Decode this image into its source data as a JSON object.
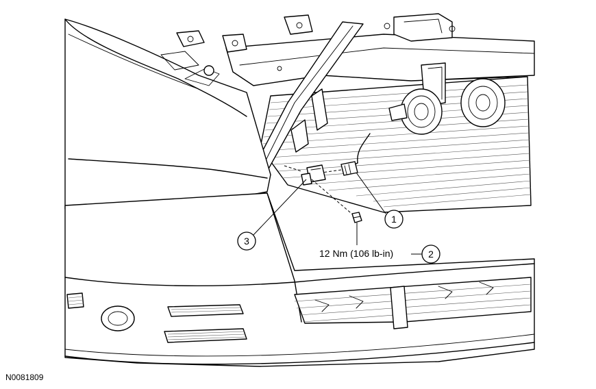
{
  "figure_id": "N0081809",
  "callouts": [
    {
      "number": "1"
    },
    {
      "number": "2",
      "torque": "12 Nm (106 lb-in)"
    },
    {
      "number": "3"
    }
  ]
}
